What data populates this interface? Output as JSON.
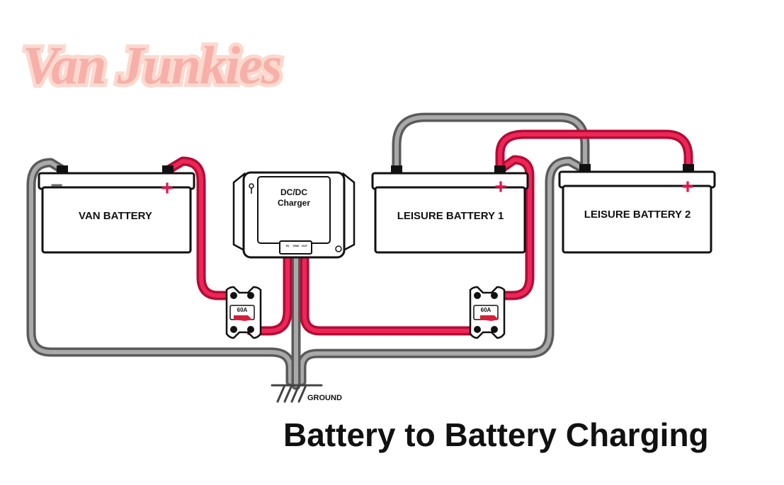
{
  "logo": {
    "text": "Van Junkies",
    "fill_color": "#f7b0a9",
    "outline_color": "#fbd9cf"
  },
  "title": "Battery to Battery Charging",
  "colors": {
    "positive_wire": "#e8164d",
    "negative_wire": "#6b6b6b",
    "fuse_lever": "#d51f3a",
    "ink": "#111111"
  },
  "van_battery": {
    "label": "VAN BATTERY",
    "neg_symbol": "−",
    "pos_symbol": "+"
  },
  "dcdc_charger": {
    "line1": "DC/DC",
    "line2": "Charger",
    "ports": [
      "IN",
      "GND",
      "OUT"
    ]
  },
  "leisure_battery_1": {
    "label": "LEISURE BATTERY 1",
    "pos_symbol": "+"
  },
  "leisure_battery_2": {
    "label": "LEISURE BATTERY 2",
    "pos_symbol": "+"
  },
  "fuse_left": {
    "rating": "60A"
  },
  "fuse_right": {
    "rating": "60A"
  },
  "ground": {
    "label": "GROUND"
  }
}
